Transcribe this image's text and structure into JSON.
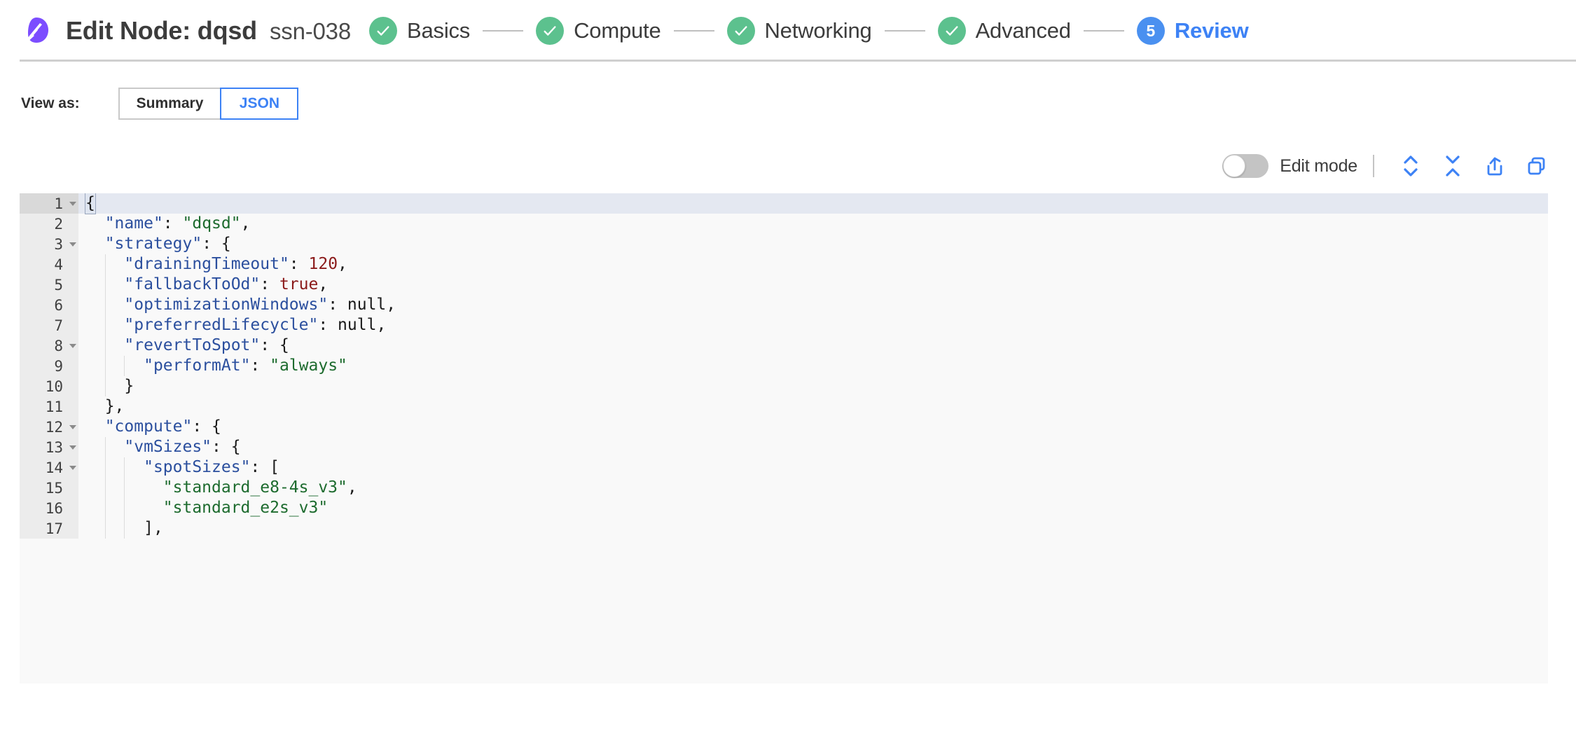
{
  "header": {
    "logo_icon": "spot-logo-icon",
    "title": "Edit Node: dqsd",
    "subtitle": "ssn-038",
    "steps": [
      {
        "label": "Basics",
        "state": "done",
        "num": "1",
        "icon": "check-icon"
      },
      {
        "label": "Compute",
        "state": "done",
        "num": "2",
        "icon": "check-icon"
      },
      {
        "label": "Networking",
        "state": "done",
        "num": "3",
        "icon": "check-icon"
      },
      {
        "label": "Advanced",
        "state": "done",
        "num": "4",
        "icon": "check-icon"
      },
      {
        "label": "Review",
        "state": "active",
        "num": "5",
        "icon": ""
      }
    ],
    "colors": {
      "done": "#5cc18e",
      "active": "#4a90f0",
      "active_text": "#3d82f5"
    }
  },
  "view_as": {
    "label": "View as:",
    "options": [
      {
        "label": "Summary",
        "selected": false
      },
      {
        "label": "JSON",
        "selected": true
      }
    ]
  },
  "toolbar": {
    "edit_mode_label": "Edit mode",
    "edit_mode_on": false,
    "icons": [
      {
        "name": "expand-all-icon",
        "title": "Expand all"
      },
      {
        "name": "collapse-all-icon",
        "title": "Collapse all"
      },
      {
        "name": "export-icon",
        "title": "Export"
      },
      {
        "name": "copy-icon",
        "title": "Copy"
      }
    ],
    "accent_color": "#3d82f5"
  },
  "editor": {
    "active_line": 1,
    "lines": [
      {
        "n": "1",
        "fold": true,
        "indent": 0,
        "guides": 0,
        "tokens": [
          {
            "t": "punct",
            "v": "{",
            "match": true
          }
        ]
      },
      {
        "n": "2",
        "fold": false,
        "indent": 1,
        "guides": 0,
        "tokens": [
          {
            "t": "key",
            "v": "\"name\""
          },
          {
            "t": "punct",
            "v": ": "
          },
          {
            "t": "str",
            "v": "\"dqsd\""
          },
          {
            "t": "punct",
            "v": ","
          }
        ]
      },
      {
        "n": "3",
        "fold": true,
        "indent": 1,
        "guides": 0,
        "tokens": [
          {
            "t": "key",
            "v": "\"strategy\""
          },
          {
            "t": "punct",
            "v": ": {"
          }
        ]
      },
      {
        "n": "4",
        "fold": false,
        "indent": 2,
        "guides": 1,
        "tokens": [
          {
            "t": "key",
            "v": "\"drainingTimeout\""
          },
          {
            "t": "punct",
            "v": ": "
          },
          {
            "t": "num",
            "v": "120"
          },
          {
            "t": "punct",
            "v": ","
          }
        ]
      },
      {
        "n": "5",
        "fold": false,
        "indent": 2,
        "guides": 1,
        "tokens": [
          {
            "t": "key",
            "v": "\"fallbackToOd\""
          },
          {
            "t": "punct",
            "v": ": "
          },
          {
            "t": "bool",
            "v": "true"
          },
          {
            "t": "punct",
            "v": ","
          }
        ]
      },
      {
        "n": "6",
        "fold": false,
        "indent": 2,
        "guides": 1,
        "tokens": [
          {
            "t": "key",
            "v": "\"optimizationWindows\""
          },
          {
            "t": "punct",
            "v": ": "
          },
          {
            "t": "null",
            "v": "null"
          },
          {
            "t": "punct",
            "v": ","
          }
        ]
      },
      {
        "n": "7",
        "fold": false,
        "indent": 2,
        "guides": 1,
        "tokens": [
          {
            "t": "key",
            "v": "\"preferredLifecycle\""
          },
          {
            "t": "punct",
            "v": ": "
          },
          {
            "t": "null",
            "v": "null"
          },
          {
            "t": "punct",
            "v": ","
          }
        ]
      },
      {
        "n": "8",
        "fold": true,
        "indent": 2,
        "guides": 1,
        "tokens": [
          {
            "t": "key",
            "v": "\"revertToSpot\""
          },
          {
            "t": "punct",
            "v": ": {"
          }
        ]
      },
      {
        "n": "9",
        "fold": false,
        "indent": 3,
        "guides": 2,
        "tokens": [
          {
            "t": "key",
            "v": "\"performAt\""
          },
          {
            "t": "punct",
            "v": ": "
          },
          {
            "t": "str",
            "v": "\"always\""
          }
        ]
      },
      {
        "n": "10",
        "fold": false,
        "indent": 2,
        "guides": 1,
        "tokens": [
          {
            "t": "punct",
            "v": "}"
          }
        ]
      },
      {
        "n": "11",
        "fold": false,
        "indent": 1,
        "guides": 0,
        "tokens": [
          {
            "t": "punct",
            "v": "},"
          }
        ]
      },
      {
        "n": "12",
        "fold": true,
        "indent": 1,
        "guides": 0,
        "tokens": [
          {
            "t": "key",
            "v": "\"compute\""
          },
          {
            "t": "punct",
            "v": ": {"
          }
        ]
      },
      {
        "n": "13",
        "fold": true,
        "indent": 2,
        "guides": 1,
        "tokens": [
          {
            "t": "key",
            "v": "\"vmSizes\""
          },
          {
            "t": "punct",
            "v": ": {"
          }
        ]
      },
      {
        "n": "14",
        "fold": true,
        "indent": 3,
        "guides": 2,
        "tokens": [
          {
            "t": "key",
            "v": "\"spotSizes\""
          },
          {
            "t": "punct",
            "v": ": ["
          }
        ]
      },
      {
        "n": "15",
        "fold": false,
        "indent": 4,
        "guides": 2,
        "tokens": [
          {
            "t": "str",
            "v": "\"standard_e8-4s_v3\""
          },
          {
            "t": "punct",
            "v": ","
          }
        ]
      },
      {
        "n": "16",
        "fold": false,
        "indent": 4,
        "guides": 2,
        "tokens": [
          {
            "t": "str",
            "v": "\"standard_e2s_v3\""
          }
        ]
      },
      {
        "n": "17",
        "fold": false,
        "indent": 3,
        "guides": 2,
        "tokens": [
          {
            "t": "punct",
            "v": "],"
          }
        ]
      }
    ]
  }
}
